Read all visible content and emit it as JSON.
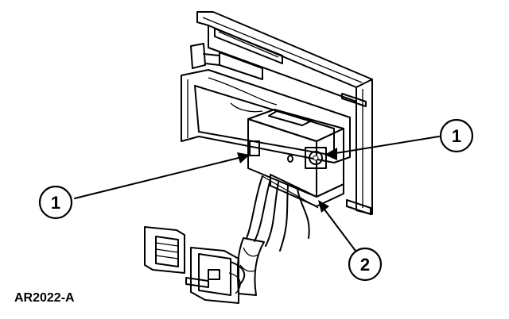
{
  "callouts": [
    {
      "id": "callout-1-right",
      "label": "1"
    },
    {
      "id": "callout-1-left",
      "label": "1"
    },
    {
      "id": "callout-2",
      "label": "2"
    }
  ],
  "figure_code": "AR2022-A",
  "colors": {
    "ink": "#000000",
    "paper": "#ffffff",
    "shade": "#bdbdbd"
  }
}
